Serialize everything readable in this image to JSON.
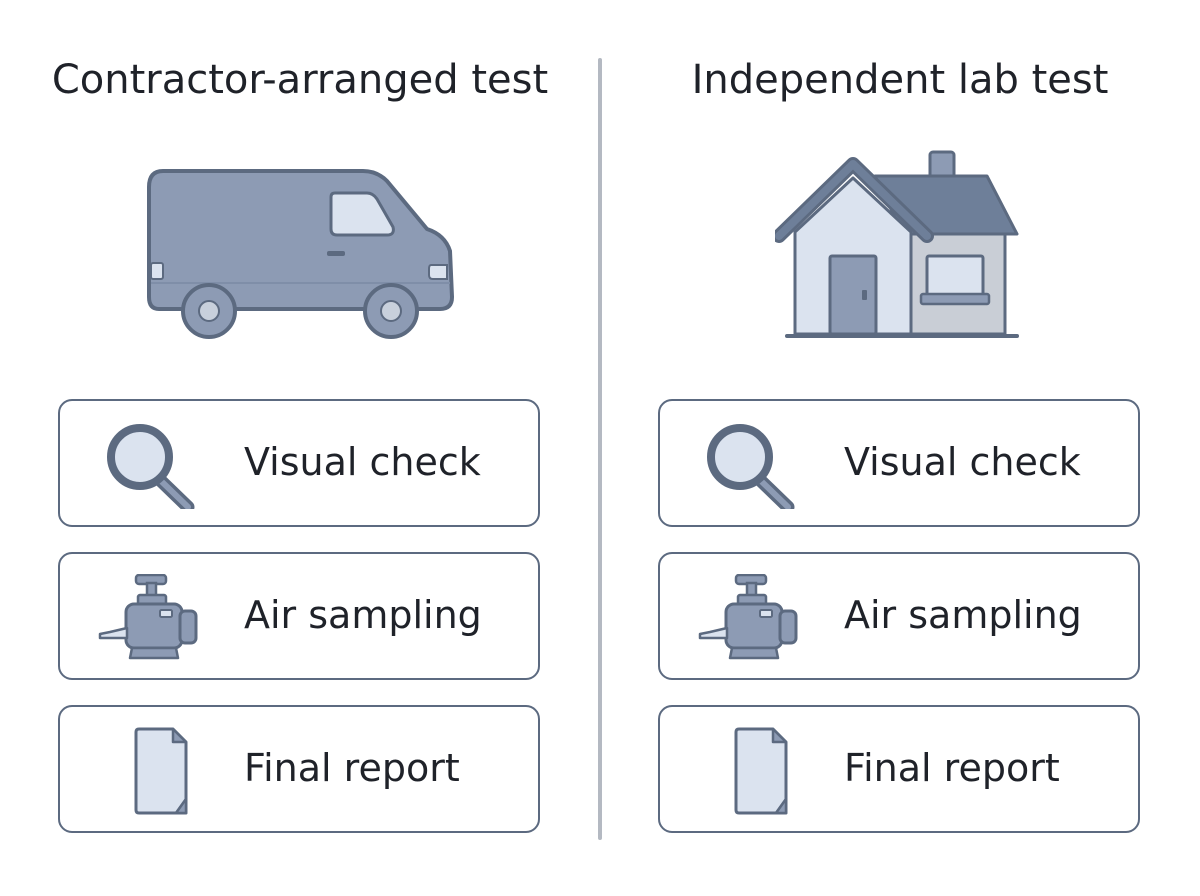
{
  "columns": [
    {
      "title": "Contractor-arranged test",
      "hero_icon": "van-icon",
      "steps": [
        {
          "label": "Visual check",
          "icon": "magnifier-icon"
        },
        {
          "label": "Air sampling",
          "icon": "air-pump-icon"
        },
        {
          "label": "Final report",
          "icon": "document-icon"
        }
      ]
    },
    {
      "title": "Independent lab test",
      "hero_icon": "house-icon",
      "steps": [
        {
          "label": "Visual check",
          "icon": "magnifier-icon"
        },
        {
          "label": "Air sampling",
          "icon": "air-pump-icon"
        },
        {
          "label": "Final report",
          "icon": "document-icon"
        }
      ]
    }
  ],
  "colors": {
    "stroke": "#5c6a80",
    "fill_dark": "#8d9bb4",
    "fill_light": "#dbe3ef",
    "divider": "#b4b9c2",
    "text": "#1f2229"
  }
}
